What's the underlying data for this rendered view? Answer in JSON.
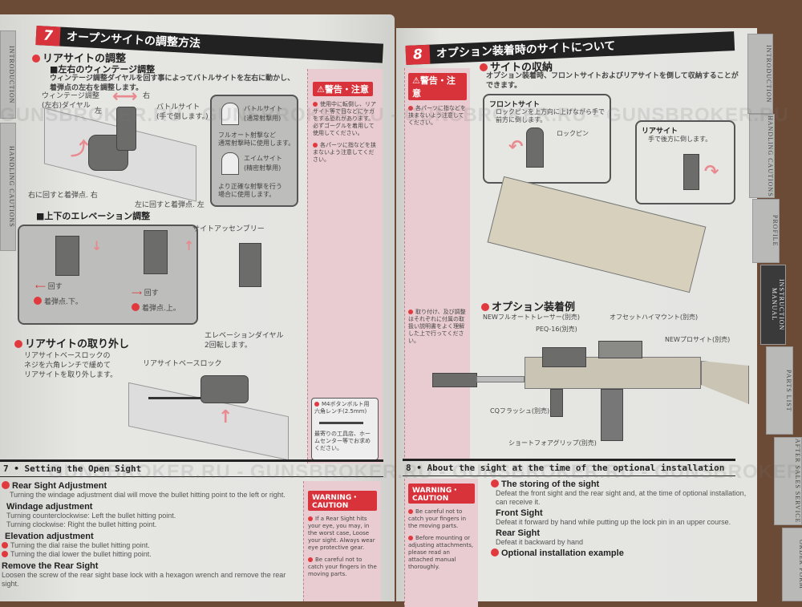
{
  "left_page": {
    "header": {
      "number": "7",
      "title": "オープンサイトの調整方法"
    },
    "rear_adjust": {
      "heading": "リアサイトの調整",
      "sub": "■左右のウィンテージ調整",
      "desc": [
        "ウィンテージ調整ダイヤルを回す事によってバトルサイトを左右に動かし、",
        "着弾点の左右を調整します。"
      ],
      "labels": {
        "dial": "ウィンテージ調整\n(左右)ダイヤル",
        "right": "右",
        "left": "左",
        "battle": "バトルサイト\n(手で倒します。)",
        "turn_right": "右に回すと着弾点. 右",
        "turn_left": "左に回すと着弾点. 左"
      },
      "callout": {
        "battle_sight": "バトルサイト\n(通常射撃用)",
        "battle_desc": "フルオート射撃など\n通常射撃時に使用します。",
        "aim_sight": "エイムサイト\n(精密射撃用)",
        "aim_desc": "より正確な射撃を行う\n場合に使用します。"
      }
    },
    "elevation": {
      "sub": "■上下のエレベーション調整",
      "turn": "回す",
      "down": "着弾点.下。",
      "up": "着弾点.上。",
      "assembly": "サイトアッセンブリー",
      "dial": "エレベーションダイヤル\n2回転します。"
    },
    "remove": {
      "heading": "リアサイトの取り外し",
      "desc": [
        "リアサイトベースロックの",
        "ネジを六角レンチで緩めて",
        "リアサイトを取り外します。"
      ],
      "lock_label": "リアサイトベースロック"
    },
    "warning": {
      "title": "警告・注意",
      "items": [
        "使用中に転倒し、リアサイト等で目などにケガをする恐れがあります。必ずゴーグルを着用して使用してください。",
        "各パーツに指などを挟まないよう注意してください。"
      ],
      "wrench_title": "M4ボタンボルト用\n六角レンチ(2.5mm)",
      "wrench_desc": "最寄りの工具店、ホームセンター等でお求めください。"
    },
    "english": {
      "header": "7 • Setting the Open Sight",
      "rear_title": "Rear Sight Adjustment",
      "rear_text": "Turning the windage adjustment dial will move the bullet hitting point to the left or right.",
      "windage_title": "Windage adjustment",
      "windage_lines": [
        "Turning counterclockwise: Left the bullet hitting point.",
        "Turning clockwise: Right the bullet hitting point."
      ],
      "elev_title": "Elevation adjustment",
      "elev_lines": [
        "Turning the dial raise the bullet hitting point.",
        "Turning the dial lower the bullet hitting point."
      ],
      "remove_title": "Remove the Rear Sight",
      "remove_text": "Loosen the screw of the rear sight base lock with a hexagon wrench and remove the rear sight.",
      "warning_title": "WARNING・CAUTION",
      "warning_items": [
        "If a Rear Sight hits your eye, you may, in the worst case, Loose your sight. Always wear eye protective gear.",
        "Be careful not to catch your fingers in the moving parts."
      ]
    }
  },
  "right_page": {
    "header": {
      "number": "8",
      "title": "オプション装着時のサイトについて"
    },
    "warning": {
      "title": "警告・注意",
      "items": [
        "各パーツに指などを挟まないよう注意してください。"
      ],
      "item2": "取り付け、及び調整はそれぞれに付属の取扱い説明書をよく理解した上で行ってください。"
    },
    "storing": {
      "heading": "サイトの収納",
      "desc": [
        "オプション装着時、フロントサイトおよびリアサイトを倒して収納することが",
        "できます。"
      ],
      "front_title": "フロントサイト",
      "front_desc": "ロックピンを上方向に上げながら手で\n前方に倒します。",
      "lock_pin": "ロックピン",
      "rear_title": "リアサイト",
      "rear_desc": "手で後方に倒します。"
    },
    "example": {
      "heading": "オプション装着例",
      "labels": [
        "NEWフルオートトレーサー(別売)",
        "PEQ-16(別売)",
        "オフセットハイマウント(別売)",
        "NEWプロサイト(別売)",
        "CQフラッシュ(別売)",
        "ショートフォアグリップ(別売)"
      ]
    },
    "english": {
      "header": "8 • About the sight at the time of the optional installation",
      "warning_title": "WARNING・CAUTION",
      "warning_items": [
        "Be careful not to catch your fingers in the moving parts.",
        "Before mounting or adjusting attachments, please read an attached manual thoroughly."
      ],
      "storing_title": "The storing of the sight",
      "storing_text": [
        "Defeat the front sight and the rear sight and, at the time of optional installation,",
        "can receive it."
      ],
      "front_title": "Front Sight",
      "front_text": "Defeat it forward by hand while putting up the lock pin in an upper course.",
      "rear_title": "Rear Sight",
      "rear_text": "Defeat it backward by hand",
      "example_title": "Optional installation example"
    }
  },
  "tabs_left": [
    "INTRODUCTION",
    "HANDLING CAUTIONS"
  ],
  "tabs_right": [
    "INTRODUCTION",
    "HANDLING CAUTIONS",
    "PROFILE",
    "INSTRUCTION MANUAL",
    "PARTS LIST",
    "AFTER SALES SERVICE",
    "ORDER FORM"
  ],
  "active_tab": "INSTRUCTION MANUAL",
  "watermark": "GUNSBROKER.RU - GUNSBROKER.RU - GUNSBROKER.RU - GUNSBROKER.RU",
  "colors": {
    "accent": "#d8333a",
    "pink_column": "#e9ccd1",
    "header_bar": "#222222",
    "background": "#6b4a36"
  }
}
